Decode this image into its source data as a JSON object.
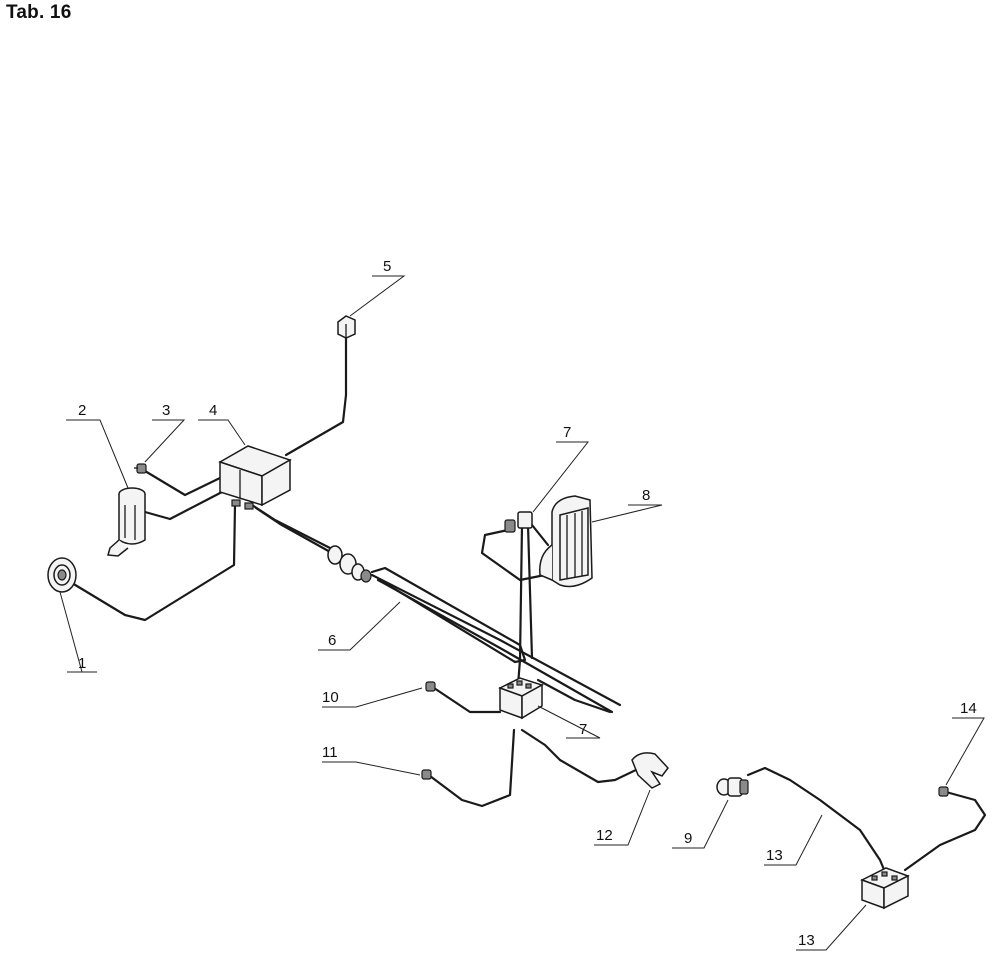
{
  "page": {
    "title": "Tab. 16"
  },
  "callouts": [
    {
      "id": "c1",
      "label": "1"
    },
    {
      "id": "c2",
      "label": "2"
    },
    {
      "id": "c3",
      "label": "3"
    },
    {
      "id": "c4",
      "label": "4"
    },
    {
      "id": "c5",
      "label": "5"
    },
    {
      "id": "c6",
      "label": "6"
    },
    {
      "id": "c7a",
      "label": "7"
    },
    {
      "id": "c7b",
      "label": "7"
    },
    {
      "id": "c8",
      "label": "8"
    },
    {
      "id": "c9",
      "label": "9"
    },
    {
      "id": "c10",
      "label": "10"
    },
    {
      "id": "c11",
      "label": "11"
    },
    {
      "id": "c12",
      "label": "12"
    },
    {
      "id": "c13a",
      "label": "13"
    },
    {
      "id": "c13b",
      "label": "13"
    },
    {
      "id": "c14",
      "label": "14"
    }
  ]
}
